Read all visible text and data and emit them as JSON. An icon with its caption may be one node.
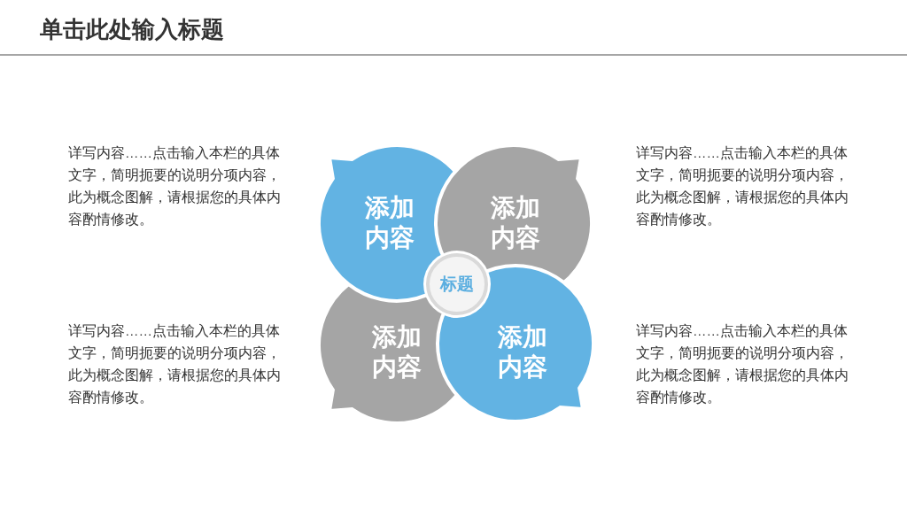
{
  "diagram": {
    "title": "单击此处输入标题",
    "nodes": [
      {
        "text": [
          "添加内容"
        ]
      },
      {
        "text": [
          "添加内容"
        ]
      },
      {
        "text": [
          "添加内容"
        ]
      },
      {
        "text": [
          "添加内容"
        ]
      },
      {
        "text": [
          "标题"
        ]
      }
    ],
    "labels": [
      "详写内容……点击输入本栏的具体文字，简明扼要的说明分项内容，此为概念图解，请根据您的具体内容酌情修改。",
      "详写内容……点击输入本栏的具体文字，简明扼要的说明分项内容，此为概念图解，请根据您的具体内容酌情修改。",
      "详写内容……点击输入本栏的具体文字，简明扼要的说明分项内容，此为概念图解，请根据您的具体内容酌情修改。",
      "详写内容……点击输入本栏的具体文字，简明扼要的说明分项内容，此为概念图解，请根据您的具体内容酌情修改。"
    ]
  }
}
